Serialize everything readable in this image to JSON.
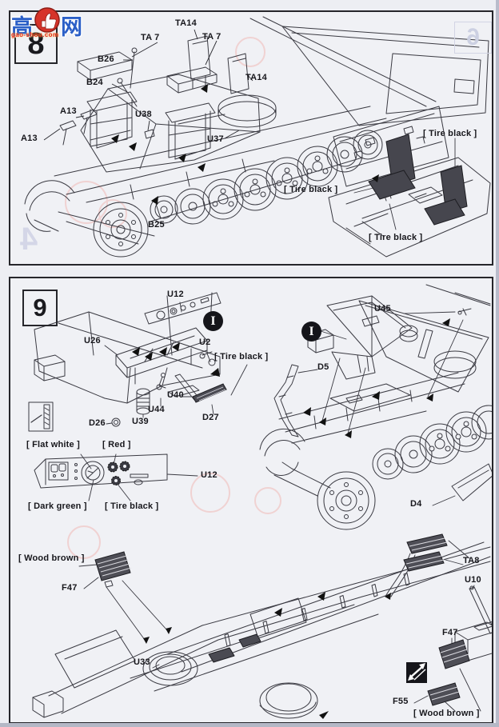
{
  "watermark": {
    "char_left": "高",
    "char_right": "网",
    "url": "gao-shou.com"
  },
  "step8": {
    "number": "8",
    "ghost_top_right": "6",
    "ghost_left": "4",
    "labels": {
      "ta14_top": "TA14",
      "ta7_left": "TA 7",
      "ta7_mid": "TA 7",
      "ta14_right": "TA14",
      "b26": "B26",
      "b24": "B24",
      "a13_upper": "A13",
      "a13_lower": "A13",
      "u38": "U38",
      "u37": "U37",
      "b25": "B25",
      "tire_black_top": "[ Tire black ]",
      "tire_black_left": "[ Tire black ]",
      "tire_black_bottom": "[ Tire black ]"
    }
  },
  "step9": {
    "number": "9",
    "marker_i": "I",
    "labels": {
      "u12": "U12",
      "u26": "U26",
      "u2": "U2",
      "tire_black": "[ Tire black ]",
      "u40": "U40",
      "u44": "U44",
      "u39": "U39",
      "d26": "D26",
      "d27": "D27",
      "u45": "U45",
      "d5": "D5",
      "d4": "D4"
    },
    "dashboard_detail": {
      "flat_white": "[ Flat white ]",
      "red": "[ Red ]",
      "u12": "U12",
      "dark_green": "[ Dark green ]",
      "tire_black": "[ Tire black ]"
    },
    "hull_bottom": {
      "wood_brown_left": "[ Wood brown ]",
      "f47_left": "F47",
      "u33": "U33",
      "ta8": "TA8",
      "u10": "U10",
      "f47_right": "F47",
      "f55": "F55",
      "wood_brown_right": "[ Wood brown ]"
    }
  }
}
